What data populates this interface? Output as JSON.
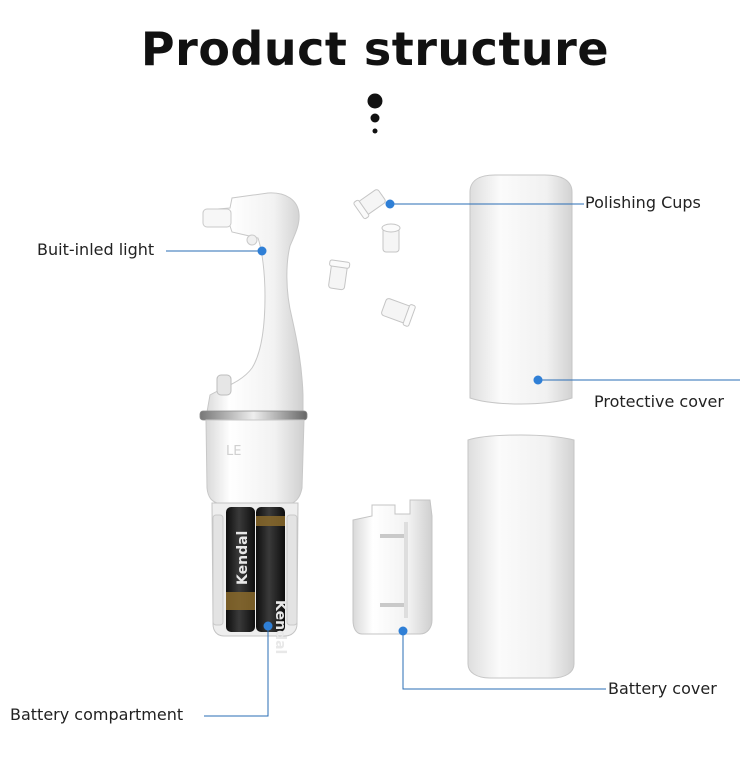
{
  "title": "Product structure",
  "labels": {
    "builtin_light": "Buit-inled light",
    "polishing_cups": "Polishing Cups",
    "protective_cover": "Protective cover",
    "battery_compartment": "Battery compartment",
    "battery_cover": "Battery cover"
  },
  "battery_brand": "Kendal",
  "colors": {
    "leader_line": "#2a6db5",
    "leader_dot": "#2f7fd6",
    "product_white": "#f4f4f4",
    "battery_black": "#1d1d1d",
    "battery_gold": "#b8893a"
  }
}
